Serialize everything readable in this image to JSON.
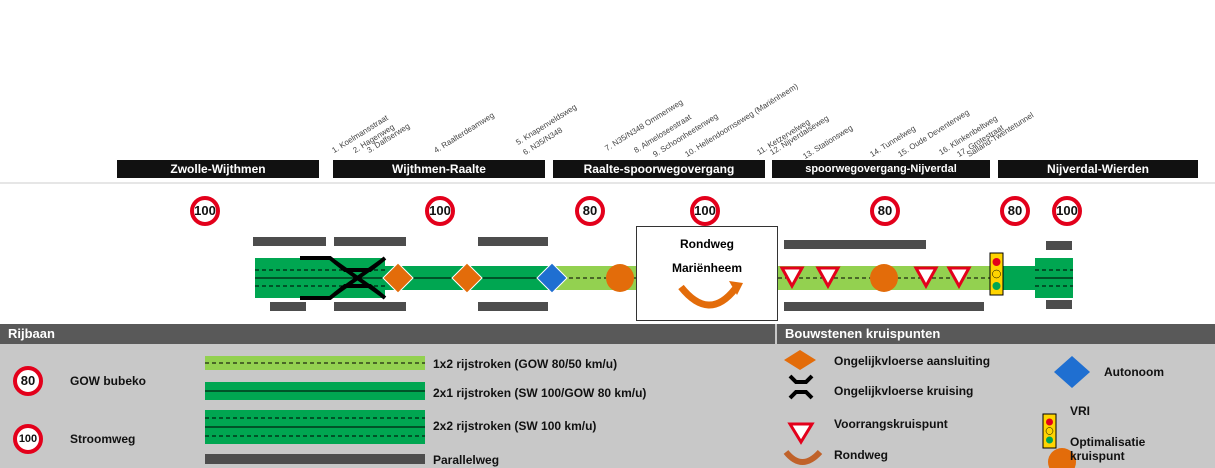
{
  "segments": [
    "Zwolle-Wijthmen",
    "Wijthmen-Raalte",
    "Raalte-spoorwegovergang",
    "spoorwegovergang-Nijverdal",
    "Nijverdal-Wierden"
  ],
  "junctions": [
    "1. Koelmansstraat",
    "2. Hagenweg",
    "3. Dalfserweg",
    "4. Raalterdeamweg",
    "5. Knapenveldsweg",
    "6. N35/N348",
    "7. N35/N348 Ommenweg",
    "8. Almeloseestraat",
    "9. Schoonheetenweg",
    "10. Hellendoornseweg (Mariënheem)",
    "11. Ketzervelweg",
    "12. Nijverdalseweg",
    "13. Stationsweg",
    "14. Tunnelweg",
    "15. Oude Deventerweg",
    "16. Klinkenbeltweg",
    "17. Grotestraat",
    "Salland-Twentetunnel"
  ],
  "speed_signs": [
    "100",
    "100",
    "80",
    "100",
    "80",
    "80",
    "100"
  ],
  "rondweg_box": {
    "line1": "Rondweg",
    "line2": "Mariënheem"
  },
  "colors": {
    "light_green": "#93d150",
    "dark_green": "#00a651",
    "orange": "#e36c0a",
    "blue": "#1f6fd1",
    "red": "#e3001b",
    "parallel": "#4d4d4d"
  },
  "legend": {
    "rijbaan_title": "Rijbaan",
    "bouwstenen_title": "Bouwstenen kruispunten",
    "sign_80": "80",
    "sign_100": "100",
    "gow_bubeko": "GOW bubeko",
    "stroomweg": "Stroomweg",
    "road_1x2": "1x2 rijstroken (GOW 80/50 km/u)",
    "road_2x1": "2x1 rijstroken (SW 100/GOW 80 km/u)",
    "road_2x2": "2x2 rijstroken (SW 100 km/u)",
    "parallelweg": "Parallelweg",
    "ongelijk_aansluiting": "Ongelijkvloerse aansluiting",
    "ongelijk_kruising": "Ongelijkvloerse kruising",
    "voorrang": "Voorrangskruispunt",
    "rondweg": "Rondweg",
    "autonoom": "Autonoom",
    "vri": "VRI",
    "optimalisatie_1": "Optimalisatie",
    "optimalisatie_2": "kruispunt"
  }
}
